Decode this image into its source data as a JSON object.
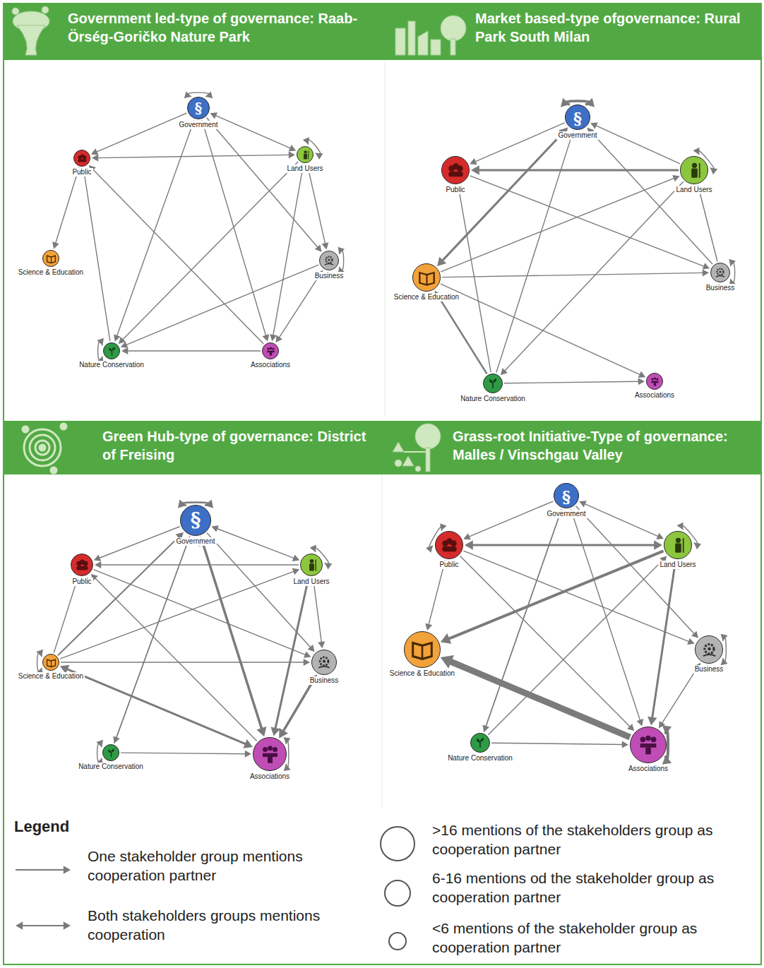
{
  "diagram": {
    "nodes": [
      {
        "text": [
          "Government led-type of governance: Raab-Örség-Goričko Nature Park"
        ]
      },
      {
        "text": [
          "§",
          "Government"
        ],
        "in": 0
      },
      {
        "text": [
          "Public"
        ],
        "in": 0
      },
      {
        "text": [
          "Land Users"
        ],
        "in": 0
      },
      {
        "text": [
          "Science & Education"
        ],
        "in": 0
      },
      {
        "text": [
          "Business"
        ],
        "in": 0
      },
      {
        "text": [
          "Nature Conservation"
        ],
        "in": 0
      },
      {
        "text": [
          "Associations"
        ],
        "in": 0
      },
      {
        "text": [
          "Market based-type ofgovernance: Rural Park South Milan"
        ]
      },
      {
        "text": [
          "§",
          "Government"
        ],
        "in": 8
      },
      {
        "text": [
          "Public"
        ],
        "in": 8
      },
      {
        "text": [
          "Land Users"
        ],
        "in": 8
      },
      {
        "text": [
          "Science & Education"
        ],
        "in": 8
      },
      {
        "text": [
          "Business"
        ],
        "in": 8
      },
      {
        "text": [
          "Nature Conservation"
        ],
        "in": 8
      },
      {
        "text": [
          "Associations"
        ],
        "in": 8
      },
      {
        "text": [
          "Green Hub-type of governance: District of Freising"
        ]
      },
      {
        "text": [
          "§",
          "Government"
        ],
        "in": 16
      },
      {
        "text": [
          "Public"
        ],
        "in": 16
      },
      {
        "text": [
          "Land Users"
        ],
        "in": 16
      },
      {
        "text": [
          "Science & Education"
        ],
        "in": 16
      },
      {
        "text": [
          "Business"
        ],
        "in": 16
      },
      {
        "text": [
          "Nature Conservation"
        ],
        "in": 16
      },
      {
        "text": [
          "Associations"
        ],
        "in": 16
      },
      {
        "text": [
          "Grass-root Initiative-Type of governance: Malles / Vinschgau Valley"
        ]
      },
      {
        "text": [
          "§",
          "Government"
        ],
        "in": 24
      },
      {
        "text": [
          "Public"
        ],
        "in": 24
      },
      {
        "text": [
          "Land Users"
        ],
        "in": 24
      },
      {
        "text": [
          "Science & Education"
        ],
        "in": 24
      },
      {
        "text": [
          "Business"
        ],
        "in": 24
      },
      {
        "text": [
          "Nature Conservation"
        ],
        "in": 24
      },
      {
        "text": [
          "Associations"
        ],
        "in": 24
      }
    ],
    "edges": [
      {
        "from": 1,
        "to": 1,
        "arrow": "both"
      },
      {
        "from": 1,
        "to": 2,
        "arrow": "to"
      },
      {
        "from": 1,
        "to": 3,
        "arrow": "both"
      },
      {
        "from": 2,
        "to": 3,
        "arrow": "both"
      },
      {
        "from": 3,
        "to": 3,
        "arrow": "both"
      },
      {
        "from": 2,
        "to": 4,
        "arrow": "to"
      },
      {
        "from": 5,
        "to": 5,
        "arrow": "both"
      },
      {
        "from": 1,
        "to": 6,
        "arrow": "both"
      },
      {
        "from": 1,
        "to": 7,
        "arrow": "to"
      },
      {
        "from": 1,
        "to": 5,
        "arrow": "to"
      },
      {
        "from": 3,
        "to": 5,
        "arrow": "both"
      },
      {
        "from": 3,
        "to": 7,
        "arrow": "to"
      },
      {
        "from": 3,
        "to": 6,
        "arrow": "to"
      },
      {
        "from": 7,
        "to": 2,
        "arrow": "to"
      },
      {
        "from": 6,
        "to": 2,
        "arrow": "to"
      },
      {
        "from": 5,
        "to": 6,
        "arrow": "to"
      },
      {
        "from": 5,
        "to": 7,
        "arrow": "both"
      },
      {
        "from": 7,
        "to": 6,
        "arrow": "to"
      },
      {
        "from": 6,
        "to": 6,
        "arrow": "both"
      },
      {
        "from": 9,
        "to": 9,
        "arrow": "both"
      },
      {
        "from": 9,
        "to": 10,
        "arrow": "to"
      },
      {
        "from": 11,
        "to": 9,
        "arrow": "to"
      },
      {
        "from": 11,
        "to": 10,
        "arrow": "to"
      },
      {
        "from": 11,
        "to": 11,
        "arrow": "both"
      },
      {
        "from": 9,
        "to": 12,
        "arrow": "both"
      },
      {
        "from": 12,
        "to": 11,
        "arrow": "to"
      },
      {
        "from": 12,
        "to": 13,
        "arrow": "to"
      },
      {
        "from": 13,
        "to": 13,
        "arrow": "both"
      },
      {
        "from": 13,
        "to": 11,
        "arrow": "to"
      },
      {
        "from": 13,
        "to": 9,
        "arrow": "to"
      },
      {
        "from": 10,
        "to": 13,
        "arrow": "to"
      },
      {
        "from": 14,
        "to": 10,
        "arrow": "to"
      },
      {
        "from": 14,
        "to": 9,
        "arrow": "to"
      },
      {
        "from": 14,
        "to": 12,
        "arrow": "to"
      },
      {
        "from": 14,
        "to": 15,
        "arrow": "to"
      },
      {
        "from": 11,
        "to": 14,
        "arrow": "to"
      },
      {
        "from": 12,
        "to": 15,
        "arrow": "to"
      },
      {
        "from": 17,
        "to": 17,
        "arrow": "both"
      },
      {
        "from": 17,
        "to": 19,
        "arrow": "both"
      },
      {
        "from": 19,
        "to": 19,
        "arrow": "both"
      },
      {
        "from": 19,
        "to": 18,
        "arrow": "to"
      },
      {
        "from": 17,
        "to": 18,
        "arrow": "to"
      },
      {
        "from": 23,
        "to": 18,
        "arrow": "to"
      },
      {
        "from": 20,
        "to": 18,
        "arrow": "to"
      },
      {
        "from": 20,
        "to": 20,
        "arrow": "both"
      },
      {
        "from": 20,
        "to": 17,
        "arrow": "to"
      },
      {
        "from": 20,
        "to": 19,
        "arrow": "to"
      },
      {
        "from": 20,
        "to": 21,
        "arrow": "to"
      },
      {
        "from": 20,
        "to": 23,
        "arrow": "both"
      },
      {
        "from": 17,
        "to": 23,
        "arrow": "both"
      },
      {
        "from": 19,
        "to": 23,
        "arrow": "both"
      },
      {
        "from": 21,
        "to": 23,
        "arrow": "both"
      },
      {
        "from": 17,
        "to": 21,
        "arrow": "to"
      },
      {
        "from": 19,
        "to": 21,
        "arrow": "both"
      },
      {
        "from": 18,
        "to": 21,
        "arrow": "to"
      },
      {
        "from": 22,
        "to": 17,
        "arrow": "to"
      },
      {
        "from": 17,
        "to": 22,
        "arrow": "to"
      },
      {
        "from": 22,
        "to": 23,
        "arrow": "to"
      },
      {
        "from": 22,
        "to": 22,
        "arrow": "both"
      },
      {
        "from": 23,
        "to": 23,
        "arrow": "both"
      },
      {
        "from": 25,
        "to": 26,
        "arrow": "to"
      },
      {
        "from": 25,
        "to": 27,
        "arrow": "both"
      },
      {
        "from": 26,
        "to": 26,
        "arrow": "both"
      },
      {
        "from": 26,
        "to": 27,
        "arrow": "both"
      },
      {
        "from": 27,
        "to": 27,
        "arrow": "both"
      },
      {
        "from": 27,
        "to": 28,
        "arrow": "to"
      },
      {
        "from": 31,
        "to": 28,
        "arrow": "to"
      },
      {
        "from": 27,
        "to": 31,
        "arrow": "both"
      },
      {
        "from": 25,
        "to": 30,
        "arrow": "to"
      },
      {
        "from": 25,
        "to": 31,
        "arrow": "to"
      },
      {
        "from": 25,
        "to": 29,
        "arrow": "to"
      },
      {
        "from": 26,
        "to": 28,
        "arrow": "to"
      },
      {
        "from": 26,
        "to": 29,
        "arrow": "to"
      },
      {
        "from": 26,
        "to": 31,
        "arrow": "to"
      },
      {
        "from": 30,
        "to": 25,
        "arrow": "to"
      },
      {
        "from": 30,
        "to": 27,
        "arrow": "to"
      },
      {
        "from": 30,
        "to": 31,
        "arrow": "to"
      },
      {
        "from": 29,
        "to": 31,
        "arrow": "both"
      },
      {
        "from": 29,
        "to": 29,
        "arrow": "both"
      },
      {
        "from": 31,
        "to": 31,
        "arrow": "both"
      }
    ],
    "labels": [
      "Legend"
    ],
    "legend": [
      {
        "text": "One stakeholder group mentions cooperation partner"
      },
      {
        "text": "Both stakeholders groups mentions cooperation"
      },
      {
        "text": ">16 mentions of the stakeholders group as cooperation partner"
      },
      {
        "text": "6-16 mentions od the stakeholder group as cooperation partner"
      },
      {
        "text": "<6 mentions of the stakeholder group as cooperation partner"
      }
    ]
  }
}
